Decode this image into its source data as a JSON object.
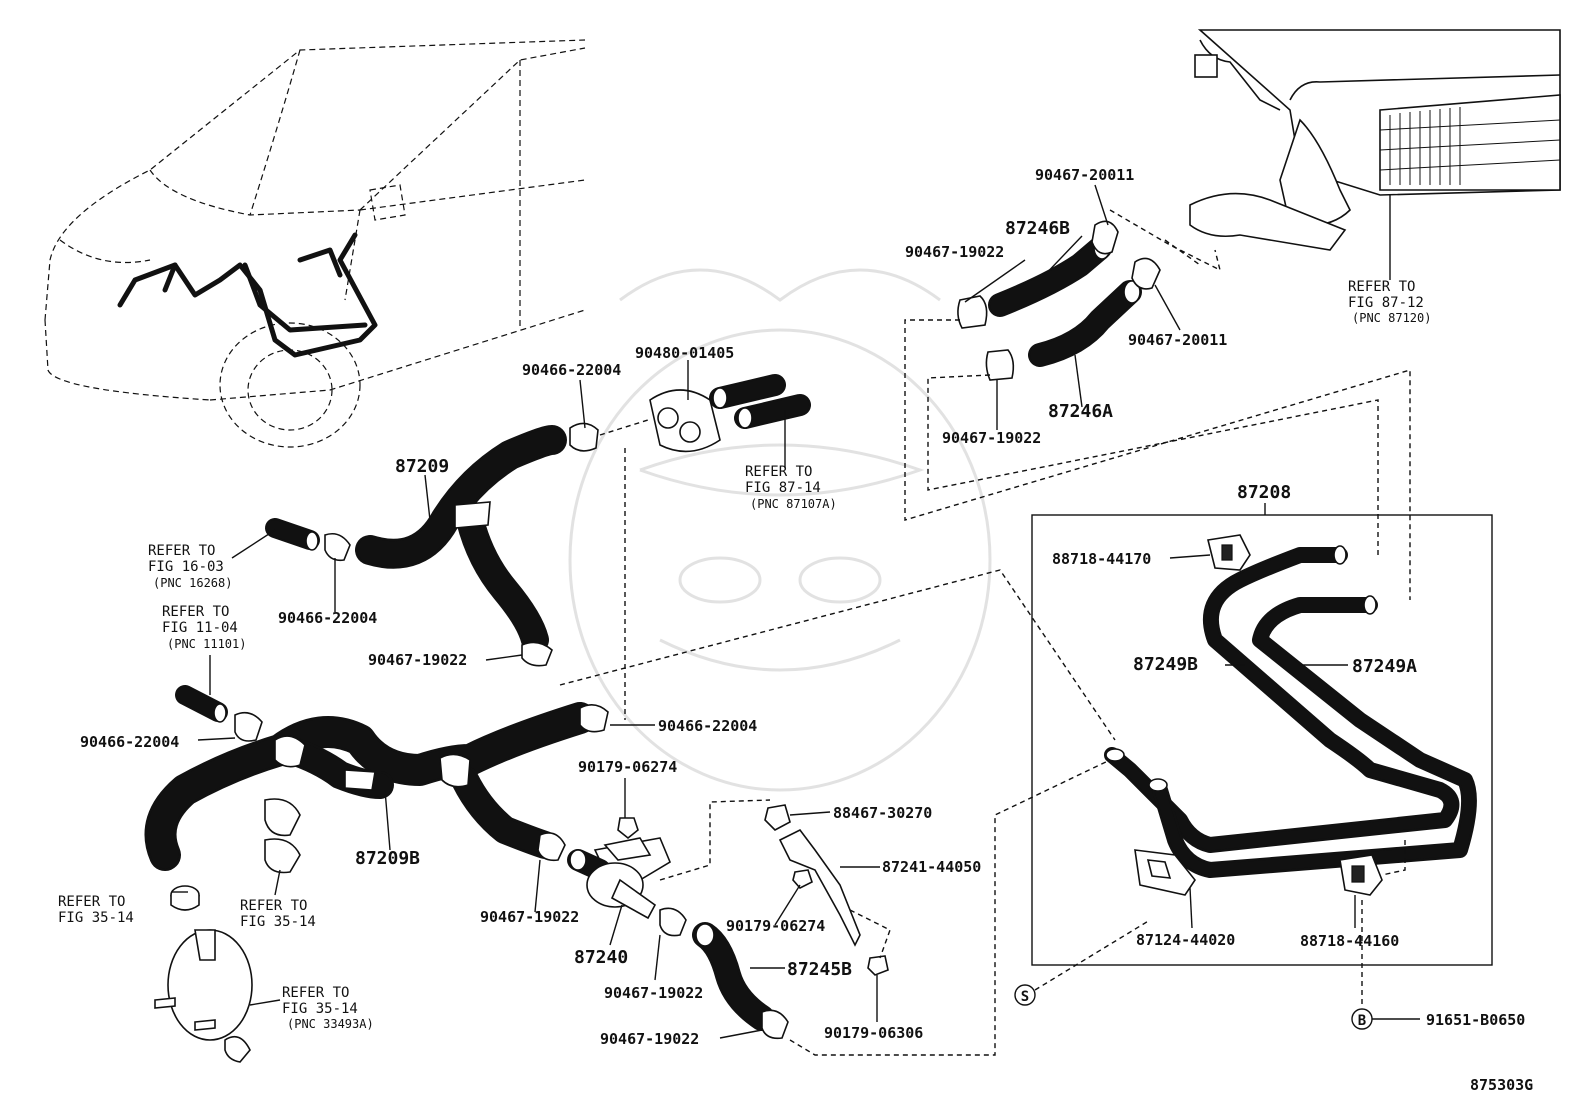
{
  "parts": {
    "p87209": "87209",
    "p87209B": "87209B",
    "p87208": "87208",
    "p87249B": "87249B",
    "p87249A": "87249A",
    "p87246B": "87246B",
    "p87246A": "87246A",
    "p87240": "87240",
    "p87245B": "87245B",
    "p90467_20011_top": "90467-20011",
    "p90467_20011_right": "90467-20011",
    "p90467_19022_tl": "90467-19022",
    "p90467_19022_ml": "90467-19022",
    "p90466_22004_top": "90466-22004",
    "p90480_01405": "90480-01405",
    "p90466_22004_mid": "90466-22004",
    "p90467_19022_a": "90467-19022",
    "p90466_22004_left": "90466-22004",
    "p90466_22004_right": "90466-22004",
    "p90179_06274_a": "90179-06274",
    "p88467_30270": "88467-30270",
    "p87241_44050": "87241-44050",
    "p90179_06274_b": "90179-06274",
    "p90467_19022_b": "90467-19022",
    "p90467_19022_c": "90467-19022",
    "p90467_19022_d": "90467-19022",
    "p90179_06306": "90179-06306",
    "p88718_44170": "88718-44170",
    "p87124_44020": "87124-44020",
    "p88718_44160": "88718-44160",
    "p91651_B0650": "91651-B0650"
  },
  "refs": {
    "r87_12": {
      "l1": "REFER TO",
      "l2": "FIG 87-12",
      "l3": "(PNC 87120)"
    },
    "r87_14": {
      "l1": "REFER TO",
      "l2": "FIG 87-14",
      "l3": "(PNC 87107A)"
    },
    "r16_03": {
      "l1": "REFER TO",
      "l2": "FIG 16-03",
      "l3": "(PNC 16268)"
    },
    "r11_04": {
      "l1": "REFER TO",
      "l2": "FIG 11-04",
      "l3": "(PNC 11101)"
    },
    "r35_14a": {
      "l1": "REFER TO",
      "l2": "FIG 35-14"
    },
    "r35_14b": {
      "l1": "REFER TO",
      "l2": "FIG 35-14"
    },
    "r35_14c": {
      "l1": "REFER TO",
      "l2": "FIG 35-14",
      "l3": "(PNC 33493A)"
    }
  },
  "markers": {
    "s": "S",
    "b": "B"
  },
  "figure_code": "875303G"
}
